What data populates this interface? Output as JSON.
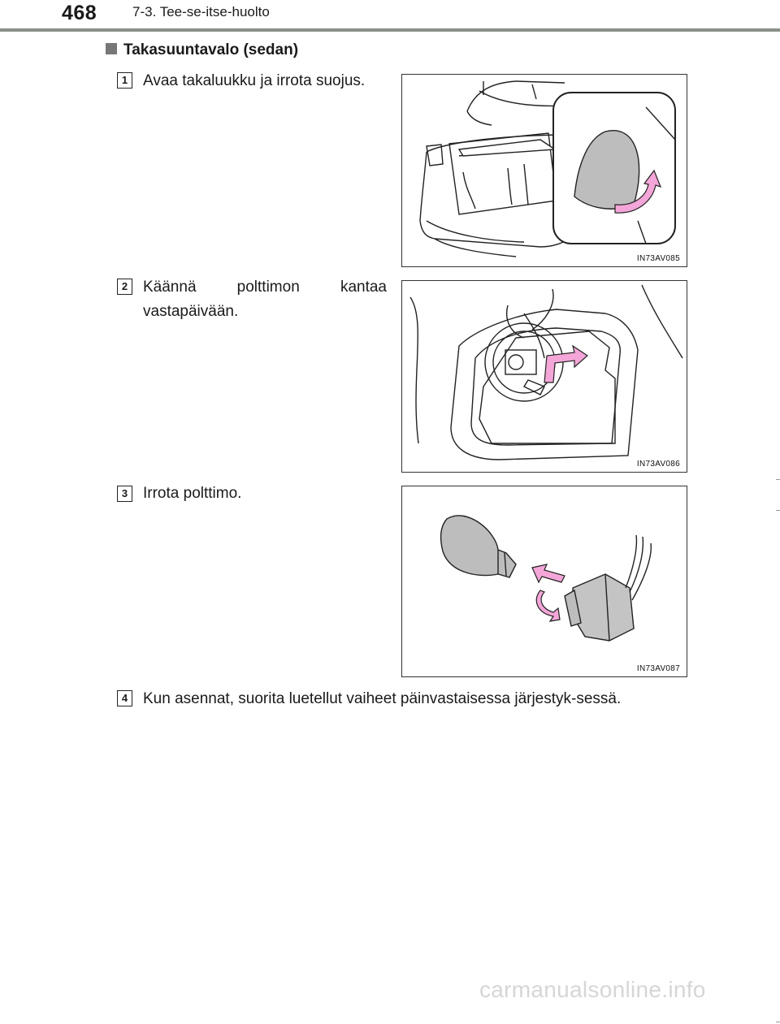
{
  "header": {
    "page_number": "468",
    "section": "7-3. Tee-se-itse-huolto"
  },
  "heading": "Takasuuntavalo (sedan)",
  "steps": [
    {
      "num": "1",
      "text": "Avaa takaluukku ja irrota suojus.",
      "figure_code": "IN73AV085"
    },
    {
      "num": "2",
      "text": "Käännä polttimon kantaa vastapäivään.",
      "figure_code": "IN73AV086"
    },
    {
      "num": "3",
      "text": "Irrota polttimo.",
      "figure_code": "IN73AV087"
    },
    {
      "num": "4",
      "text": "Kun asennat, suorita luetellut vaiheet päinvastaisessa järjestyk-sessä."
    }
  ],
  "watermark": "carmanualsonline.info",
  "colors": {
    "header_rule": "#8a9088",
    "arrow_pink": "#f4a6d8",
    "figure_border": "#333333"
  }
}
